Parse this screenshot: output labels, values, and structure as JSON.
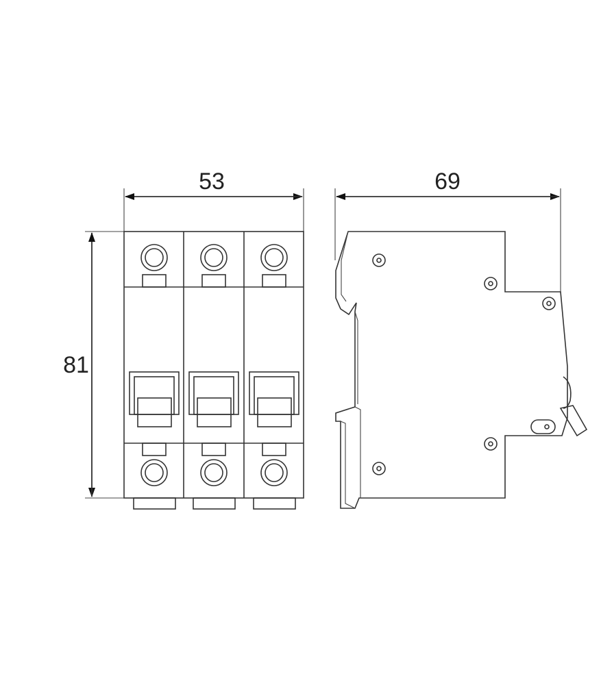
{
  "dimensions": {
    "front_width": "53",
    "front_height": "81",
    "side_depth": "69"
  },
  "poles": 3,
  "colors": {
    "line": "#333333",
    "background": "#ffffff"
  }
}
